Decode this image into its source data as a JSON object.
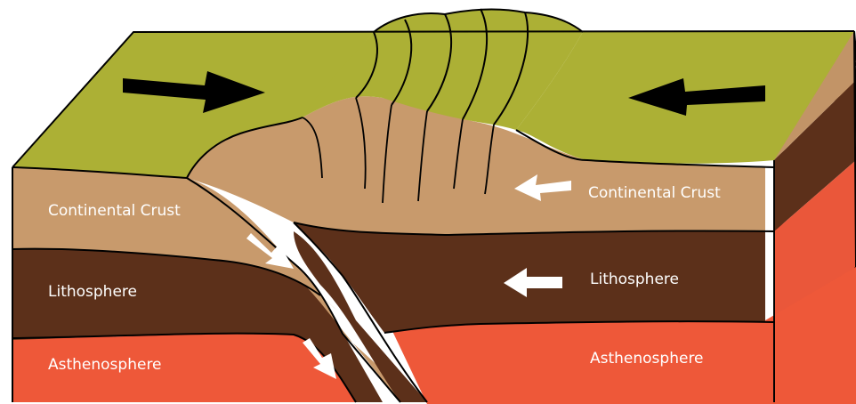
{
  "labels": {
    "left_crust": "Continental Crust",
    "left_litho": "Lithosphere",
    "left_astheno": "Asthenosphere",
    "right_crust": "Continental Crust",
    "right_litho": "Lithosphere",
    "right_astheno": "Asthenosphere"
  },
  "colors": {
    "surface": "#acb035",
    "crust": "#c89a6c",
    "crust_side": "#c29467",
    "lithosphere": "#5c301a",
    "asthenosphere": "#ee5839",
    "asthenosphere_side": "#e8553a",
    "arrow_dark": "#000000",
    "arrow_light": "#ffffff",
    "outline": "#000000"
  },
  "icons": {
    "plate_motion_left": "arrow-right-icon",
    "plate_motion_right": "arrow-left-icon",
    "flow_arrows": "arrow-icon"
  }
}
